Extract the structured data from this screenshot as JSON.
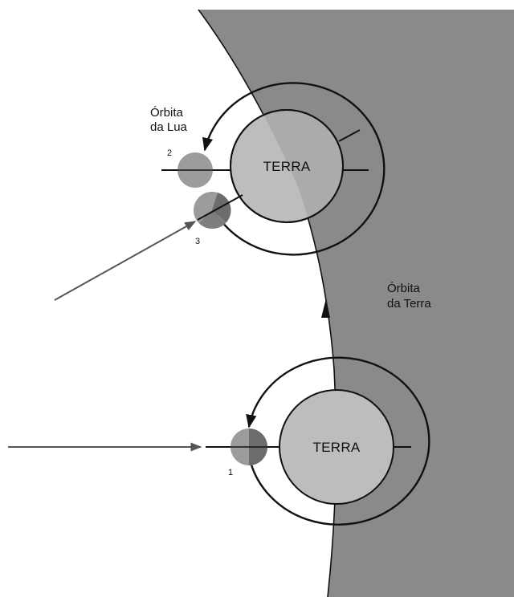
{
  "labels": {
    "moon_orbit": [
      "Órbita",
      "da Lua"
    ],
    "earth_orbit": [
      "Órbita",
      "da Terra"
    ],
    "earth_top": "TERRA",
    "earth_bottom": "TERRA",
    "moon_1": "1",
    "moon_2": "2",
    "moon_3": "3"
  },
  "colors": {
    "background": "#ffffff",
    "shadow_region": "#8a8a8a",
    "earth_fill": "#bdbdbd",
    "moon_light": "#9c9c9c",
    "moon_dark": "#6c6c6c",
    "line": "#111111",
    "sunlight_arrow": "#555555"
  }
}
